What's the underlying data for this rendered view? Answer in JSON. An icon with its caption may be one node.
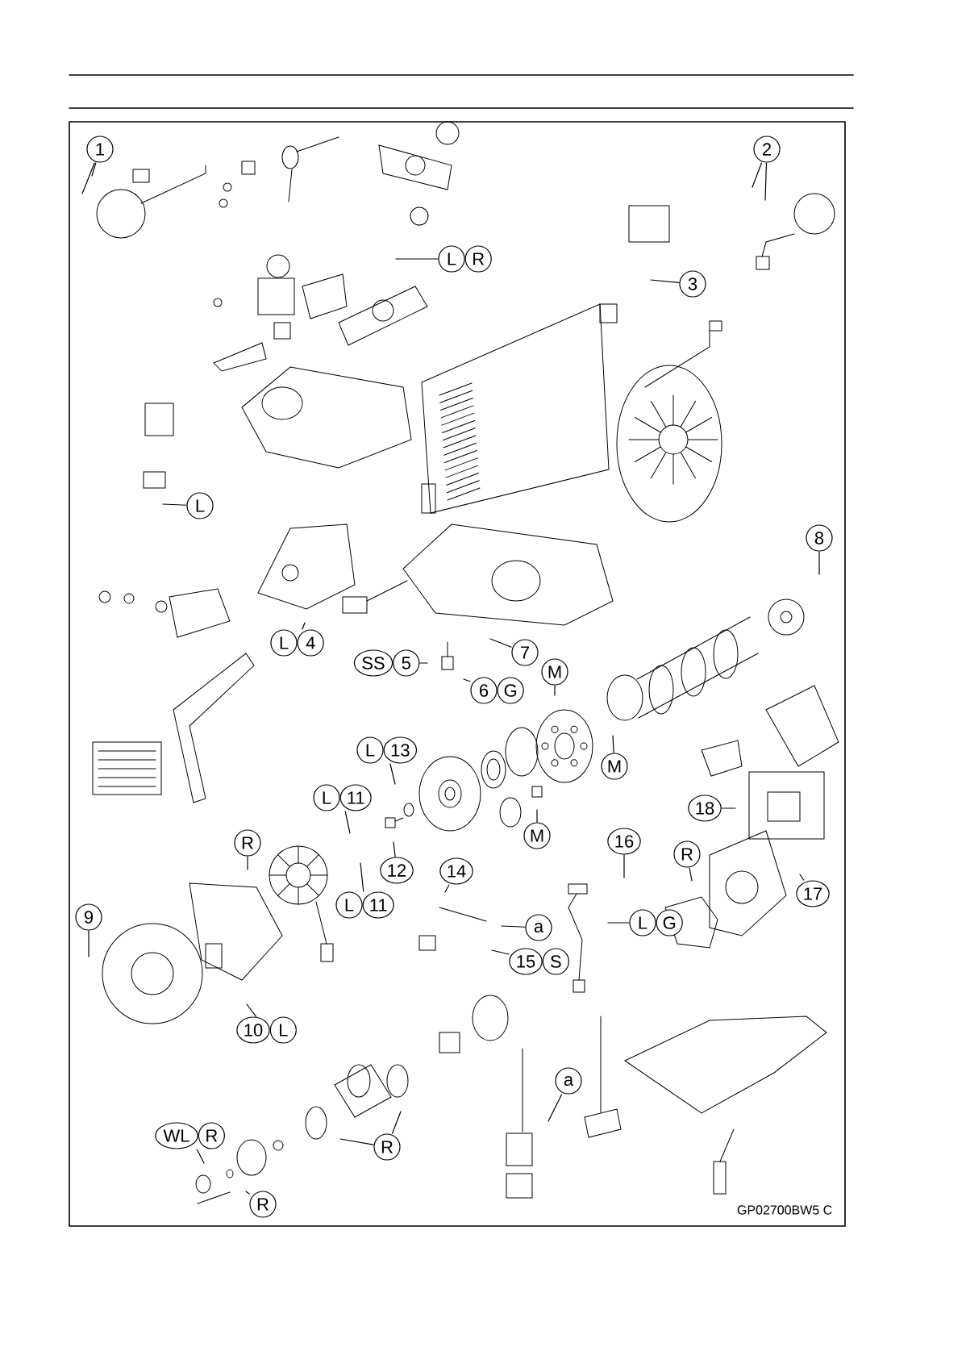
{
  "diagram": {
    "nodes": [
      {
        "text": [
          "1"
        ]
      },
      {
        "text": [
          "2"
        ]
      },
      {
        "text": [
          "L",
          "R"
        ]
      },
      {
        "text": [
          "3"
        ]
      },
      {
        "text": [
          "L"
        ]
      },
      {
        "text": [
          "8"
        ]
      },
      {
        "text": [
          "L",
          "4"
        ]
      },
      {
        "text": [
          "7"
        ]
      },
      {
        "text": [
          "SS",
          "5"
        ]
      },
      {
        "text": [
          "M"
        ]
      },
      {
        "text": [
          "6",
          "G"
        ]
      },
      {
        "text": [
          "L",
          "13"
        ]
      },
      {
        "text": [
          "M"
        ]
      },
      {
        "text": [
          "L",
          "11"
        ]
      },
      {
        "text": [
          "18"
        ]
      },
      {
        "text": [
          "M"
        ]
      },
      {
        "text": [
          "R"
        ]
      },
      {
        "text": [
          "16"
        ]
      },
      {
        "text": [
          "12"
        ]
      },
      {
        "text": [
          "14"
        ]
      },
      {
        "text": [
          "L",
          "11"
        ]
      },
      {
        "text": [
          "R"
        ]
      },
      {
        "text": [
          "17"
        ]
      },
      {
        "text": [
          "9"
        ]
      },
      {
        "text": [
          "a"
        ]
      },
      {
        "text": [
          "L",
          "G"
        ]
      },
      {
        "text": [
          "15",
          "S"
        ]
      },
      {
        "text": [
          "10",
          "L"
        ]
      },
      {
        "text": [
          "a"
        ]
      },
      {
        "text": [
          "R"
        ]
      },
      {
        "text": [
          "WL",
          "R"
        ]
      },
      {
        "text": [
          "R"
        ]
      }
    ],
    "edges": [
      {
        "from": 0,
        "to": null,
        "arrow": "none"
      },
      {
        "from": 0,
        "to": null,
        "arrow": "none"
      },
      {
        "from": 1,
        "to": null,
        "arrow": "none"
      },
      {
        "from": 1,
        "to": null,
        "arrow": "none"
      },
      {
        "from": 2,
        "to": null,
        "arrow": "none"
      },
      {
        "from": 3,
        "to": null,
        "arrow": "none"
      },
      {
        "from": 4,
        "to": null,
        "arrow": "none"
      },
      {
        "from": 5,
        "to": null,
        "arrow": "none"
      },
      {
        "from": 6,
        "to": null,
        "arrow": "none"
      },
      {
        "from": 7,
        "to": null,
        "arrow": "none"
      },
      {
        "from": 8,
        "to": null,
        "arrow": "none"
      },
      {
        "from": 9,
        "to": null,
        "arrow": "none"
      },
      {
        "from": 10,
        "to": null,
        "arrow": "none"
      },
      {
        "from": 11,
        "to": null,
        "arrow": "none"
      },
      {
        "from": 12,
        "to": null,
        "arrow": "none"
      },
      {
        "from": 13,
        "to": null,
        "arrow": "none"
      },
      {
        "from": 14,
        "to": null,
        "arrow": "none"
      },
      {
        "from": 15,
        "to": null,
        "arrow": "none"
      },
      {
        "from": 16,
        "to": null,
        "arrow": "none"
      },
      {
        "from": 17,
        "to": null,
        "arrow": "none"
      },
      {
        "from": 18,
        "to": null,
        "arrow": "none"
      },
      {
        "from": 19,
        "to": null,
        "arrow": "none"
      },
      {
        "from": 20,
        "to": null,
        "arrow": "none"
      },
      {
        "from": 21,
        "to": null,
        "arrow": "none"
      },
      {
        "from": 22,
        "to": null,
        "arrow": "none"
      },
      {
        "from": 23,
        "to": null,
        "arrow": "none"
      },
      {
        "from": 24,
        "to": null,
        "arrow": "none"
      },
      {
        "from": 25,
        "to": null,
        "arrow": "none"
      },
      {
        "from": 26,
        "to": null,
        "arrow": "none"
      },
      {
        "from": 27,
        "to": null,
        "arrow": "none"
      },
      {
        "from": 28,
        "to": null,
        "arrow": "none"
      },
      {
        "from": 29,
        "to": null,
        "arrow": "none"
      },
      {
        "from": 29,
        "to": null,
        "arrow": "none"
      },
      {
        "from": 30,
        "to": null,
        "arrow": "none"
      },
      {
        "from": 31,
        "to": null,
        "arrow": "none"
      }
    ],
    "labels": [
      "GP02700BW5 C"
    ]
  }
}
